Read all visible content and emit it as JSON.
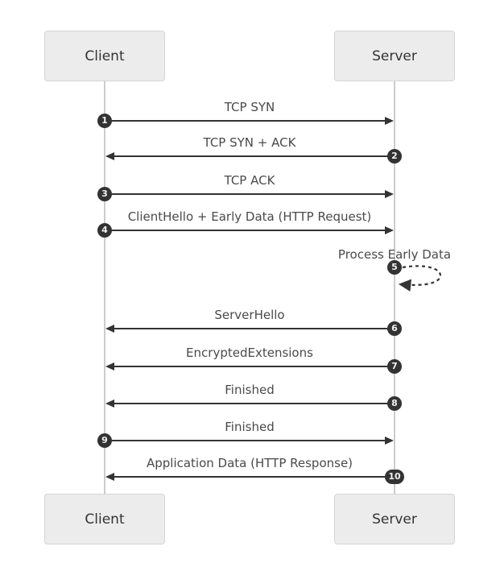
{
  "diagram": {
    "type": "sequence",
    "actors": {
      "client": "Client",
      "server": "Server"
    },
    "colors": {
      "background": "#ffffff",
      "actor_fill": "#ececec",
      "actor_border": "#d5d5d5",
      "actor_text": "#333333",
      "lifeline": "#cccccc",
      "message_line": "#333333",
      "message_text": "#4a4a4a",
      "badge_background": "#333333",
      "badge_text": "#f2f2f2"
    },
    "messages": [
      {
        "seq": "1",
        "label": "TCP SYN",
        "from": "client",
        "to": "server",
        "line": "solid"
      },
      {
        "seq": "2",
        "label": "TCP SYN + ACK",
        "from": "server",
        "to": "client",
        "line": "solid"
      },
      {
        "seq": "3",
        "label": "TCP ACK",
        "from": "client",
        "to": "server",
        "line": "solid"
      },
      {
        "seq": "4",
        "label": "ClientHello + Early Data (HTTP Request)",
        "from": "client",
        "to": "server",
        "line": "solid"
      },
      {
        "seq": "5",
        "label": "Process Early Data",
        "from": "server",
        "to": "server",
        "line": "dashed"
      },
      {
        "seq": "6",
        "label": "ServerHello",
        "from": "server",
        "to": "client",
        "line": "solid"
      },
      {
        "seq": "7",
        "label": "EncryptedExtensions",
        "from": "server",
        "to": "client",
        "line": "solid"
      },
      {
        "seq": "8",
        "label": "Finished",
        "from": "server",
        "to": "client",
        "line": "solid"
      },
      {
        "seq": "9",
        "label": "Finished",
        "from": "client",
        "to": "server",
        "line": "solid"
      },
      {
        "seq": "10",
        "label": "Application Data (HTTP Response)",
        "from": "server",
        "to": "client",
        "line": "solid"
      }
    ]
  }
}
